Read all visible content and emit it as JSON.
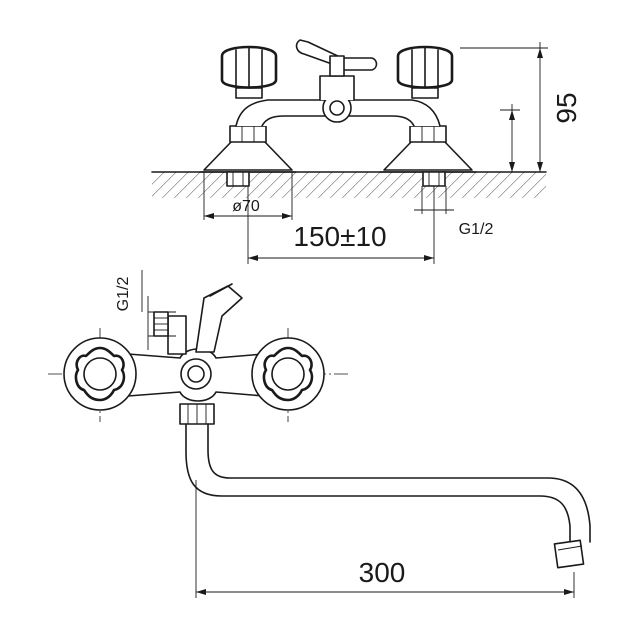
{
  "diagram": {
    "dimensions": {
      "height_label": "95",
      "base_diameter_label": "ø70",
      "center_distance_label": "150±10",
      "thread_label_top": "G1/2",
      "thread_label_side": "G1/2",
      "spout_length_label": "300"
    },
    "colors": {
      "line": "#1a1a1a",
      "background": "#ffffff"
    }
  }
}
